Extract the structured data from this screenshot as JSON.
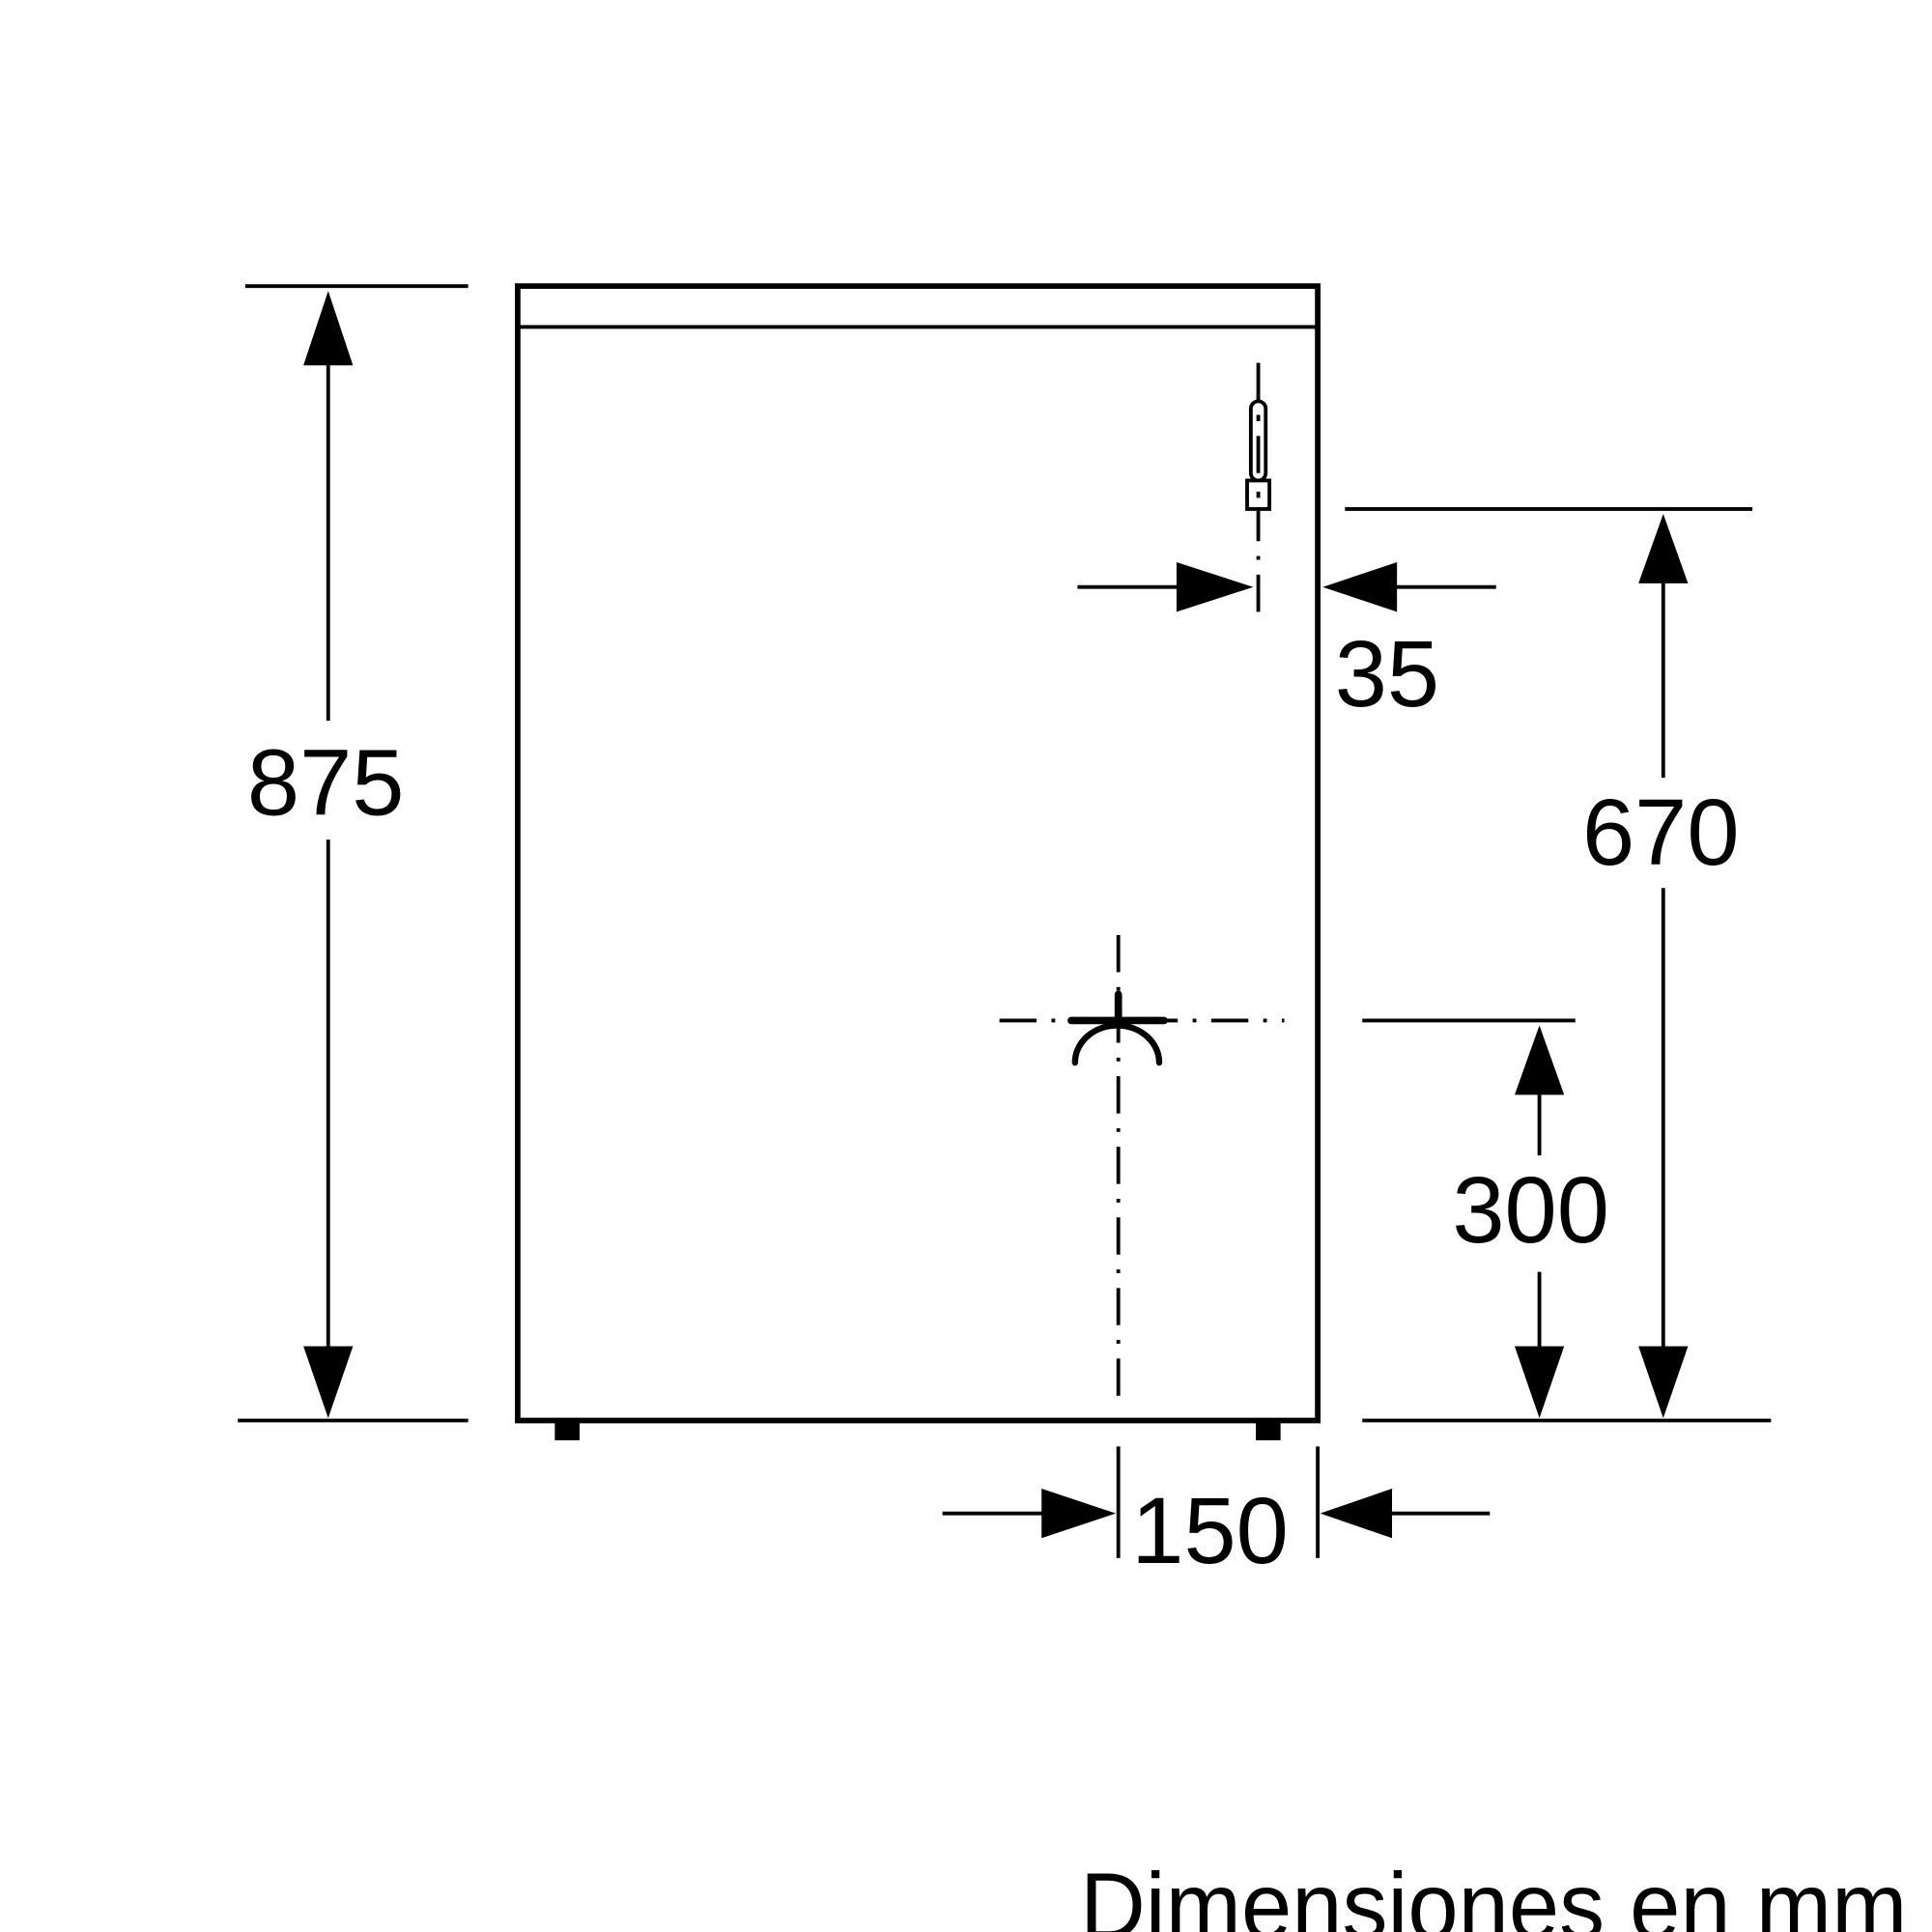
{
  "drawing": {
    "dimensions": {
      "height_total": "875",
      "drain_offset": "35",
      "drain_height": "670",
      "water_height": "300",
      "water_offset": "150"
    },
    "caption": "Dimensiones en mm",
    "line_color": "#000000",
    "background": "#ffffff"
  }
}
